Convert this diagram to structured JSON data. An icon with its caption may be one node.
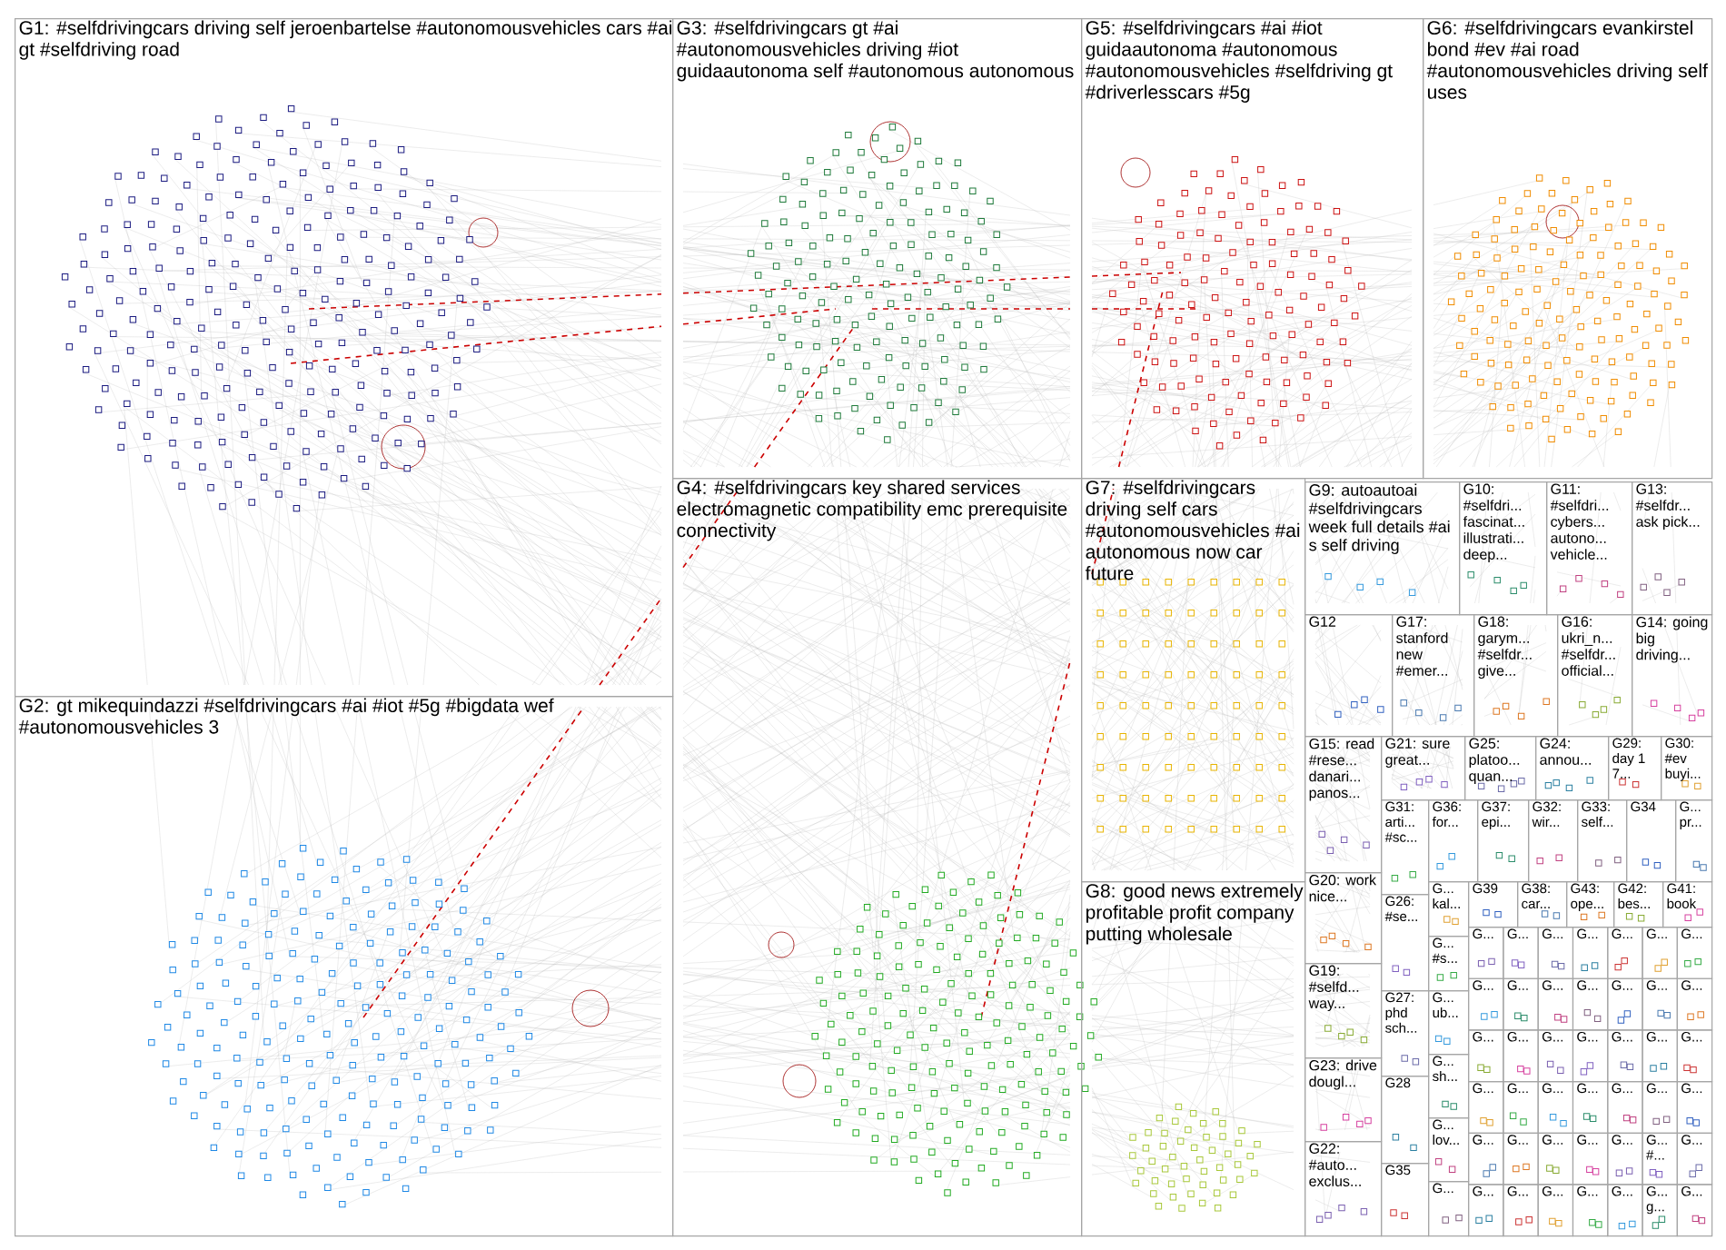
{
  "diagram": {
    "nodes": [
      {
        "text": [
          "G1: #selfdrivingcars driving self jeroenbartelse #autonomousvehicles cars #ai gt #selfdriving road"
        ]
      },
      {
        "text": [
          "G3: #selfdrivingcars gt #ai #autonomousvehicles driving #iot guidaautonoma self #autonomous autonomous"
        ]
      },
      {
        "text": [
          "G5: #selfdrivingcars #ai #iot guidaautonoma #autonomous #autonomousvehicles #selfdriving gt #driverlesscars #5g"
        ]
      },
      {
        "text": [
          "G6: #selfdrivingcars evankirstel bond #ev #ai road #autonomousvehicles driving self uses"
        ]
      },
      {
        "text": [
          "G2: gt mikequindazzi #selfdrivingcars #ai #iot #5g #bigdata wef #autonomousvehicles 3"
        ]
      },
      {
        "text": [
          "G4: #selfdrivingcars key shared services electromagnetic compatibility emc prerequisite connectivity"
        ]
      },
      {
        "text": [
          "G7: #selfdrivingcars driving self cars #autonomousvehicles #ai autonomous now car future"
        ]
      },
      {
        "text": [
          "G8: good news extremely profitable profit company putting wholesale"
        ]
      },
      {
        "text": [
          "G9: autoautoai #selfdrivingcars week full details #ai s self driving"
        ]
      },
      {
        "text": [
          "G10: #selfdri... fascinat... illustrati... deep..."
        ]
      },
      {
        "text": [
          "G11: #selfdri... cybers... autono... vehicle..."
        ]
      },
      {
        "text": [
          "G13: #selfdr... ask pick..."
        ]
      },
      {
        "text": [
          "G12"
        ]
      },
      {
        "text": [
          "G17: stanford new #emer..."
        ]
      },
      {
        "text": [
          "G18: garym... #selfdr... give..."
        ]
      },
      {
        "text": [
          "G16: ukri_n... #selfdr... official..."
        ]
      },
      {
        "text": [
          "G14: going big driving..."
        ]
      },
      {
        "text": [
          "G15: read #rese... danari... panos..."
        ]
      },
      {
        "text": [
          "G21: sure great..."
        ]
      },
      {
        "text": [
          "G25: platoo... quan..."
        ]
      },
      {
        "text": [
          "G24: annou..."
        ]
      },
      {
        "text": [
          "G29: day 1 7..."
        ]
      },
      {
        "text": [
          "G30: #ev buyi..."
        ]
      },
      {
        "text": [
          "G31: arti... #sc..."
        ]
      },
      {
        "text": [
          "G36: for..."
        ]
      },
      {
        "text": [
          "G37: epi..."
        ]
      },
      {
        "text": [
          "G32: wir..."
        ]
      },
      {
        "text": [
          "G33: self..."
        ]
      },
      {
        "text": [
          "G34"
        ]
      },
      {
        "text": [
          "G... pr..."
        ]
      },
      {
        "text": [
          "G20: work nice..."
        ]
      },
      {
        "text": [
          "G19: #selfd... way..."
        ]
      },
      {
        "text": [
          "G23: drive dougl..."
        ]
      },
      {
        "text": [
          "G22: #auto... exclus..."
        ]
      },
      {
        "text": [
          "G26: #se..."
        ]
      },
      {
        "text": [
          "G27: phd sch..."
        ]
      },
      {
        "text": [
          "G28"
        ]
      },
      {
        "text": [
          "G35"
        ]
      },
      {
        "text": [
          "G... kal..."
        ]
      },
      {
        "text": [
          "G... #s..."
        ]
      },
      {
        "text": [
          "G... ub..."
        ]
      },
      {
        "text": [
          "G... sh..."
        ]
      },
      {
        "text": [
          "G... lov..."
        ]
      },
      {
        "text": [
          "G..."
        ]
      },
      {
        "text": [
          "G39"
        ]
      },
      {
        "text": [
          "G38: car..."
        ]
      },
      {
        "text": [
          "G43: ope..."
        ]
      },
      {
        "text": [
          "G42: bes..."
        ]
      },
      {
        "text": [
          "G41: book"
        ]
      },
      {
        "text": [
          "G..."
        ]
      },
      {
        "text": [
          "G..."
        ]
      },
      {
        "text": [
          "G..."
        ]
      },
      {
        "text": [
          "G..."
        ]
      },
      {
        "text": [
          "G..."
        ]
      },
      {
        "text": [
          "G..."
        ]
      },
      {
        "text": [
          "G..."
        ]
      },
      {
        "text": [
          "G..."
        ]
      },
      {
        "text": [
          "G..."
        ]
      },
      {
        "text": [
          "G..."
        ]
      },
      {
        "text": [
          "G..."
        ]
      },
      {
        "text": [
          "G..."
        ]
      },
      {
        "text": [
          "G..."
        ]
      },
      {
        "text": [
          "G..."
        ]
      },
      {
        "text": [
          "G..."
        ]
      },
      {
        "text": [
          "G..."
        ]
      },
      {
        "text": [
          "G..."
        ]
      },
      {
        "text": [
          "G..."
        ]
      },
      {
        "text": [
          "G..."
        ]
      },
      {
        "text": [
          "G..."
        ]
      },
      {
        "text": [
          "G..."
        ]
      },
      {
        "text": [
          "G..."
        ]
      },
      {
        "text": [
          "G..."
        ]
      },
      {
        "text": [
          "G..."
        ]
      },
      {
        "text": [
          "G..."
        ]
      },
      {
        "text": [
          "G..."
        ]
      },
      {
        "text": [
          "G..."
        ]
      },
      {
        "text": [
          "G..."
        ]
      },
      {
        "text": [
          "G..."
        ]
      },
      {
        "text": [
          "G..."
        ]
      },
      {
        "text": [
          "G..."
        ]
      },
      {
        "text": [
          "G..."
        ]
      },
      {
        "text": [
          "G..."
        ]
      },
      {
        "text": [
          "G... #..."
        ]
      },
      {
        "text": [
          "G..."
        ]
      },
      {
        "text": [
          "G..."
        ]
      },
      {
        "text": [
          "G..."
        ]
      },
      {
        "text": [
          "G..."
        ]
      },
      {
        "text": [
          "G..."
        ]
      },
      {
        "text": [
          "G..."
        ]
      },
      {
        "text": [
          "G... g..."
        ]
      },
      {
        "text": [
          "G..."
        ]
      }
    ]
  }
}
